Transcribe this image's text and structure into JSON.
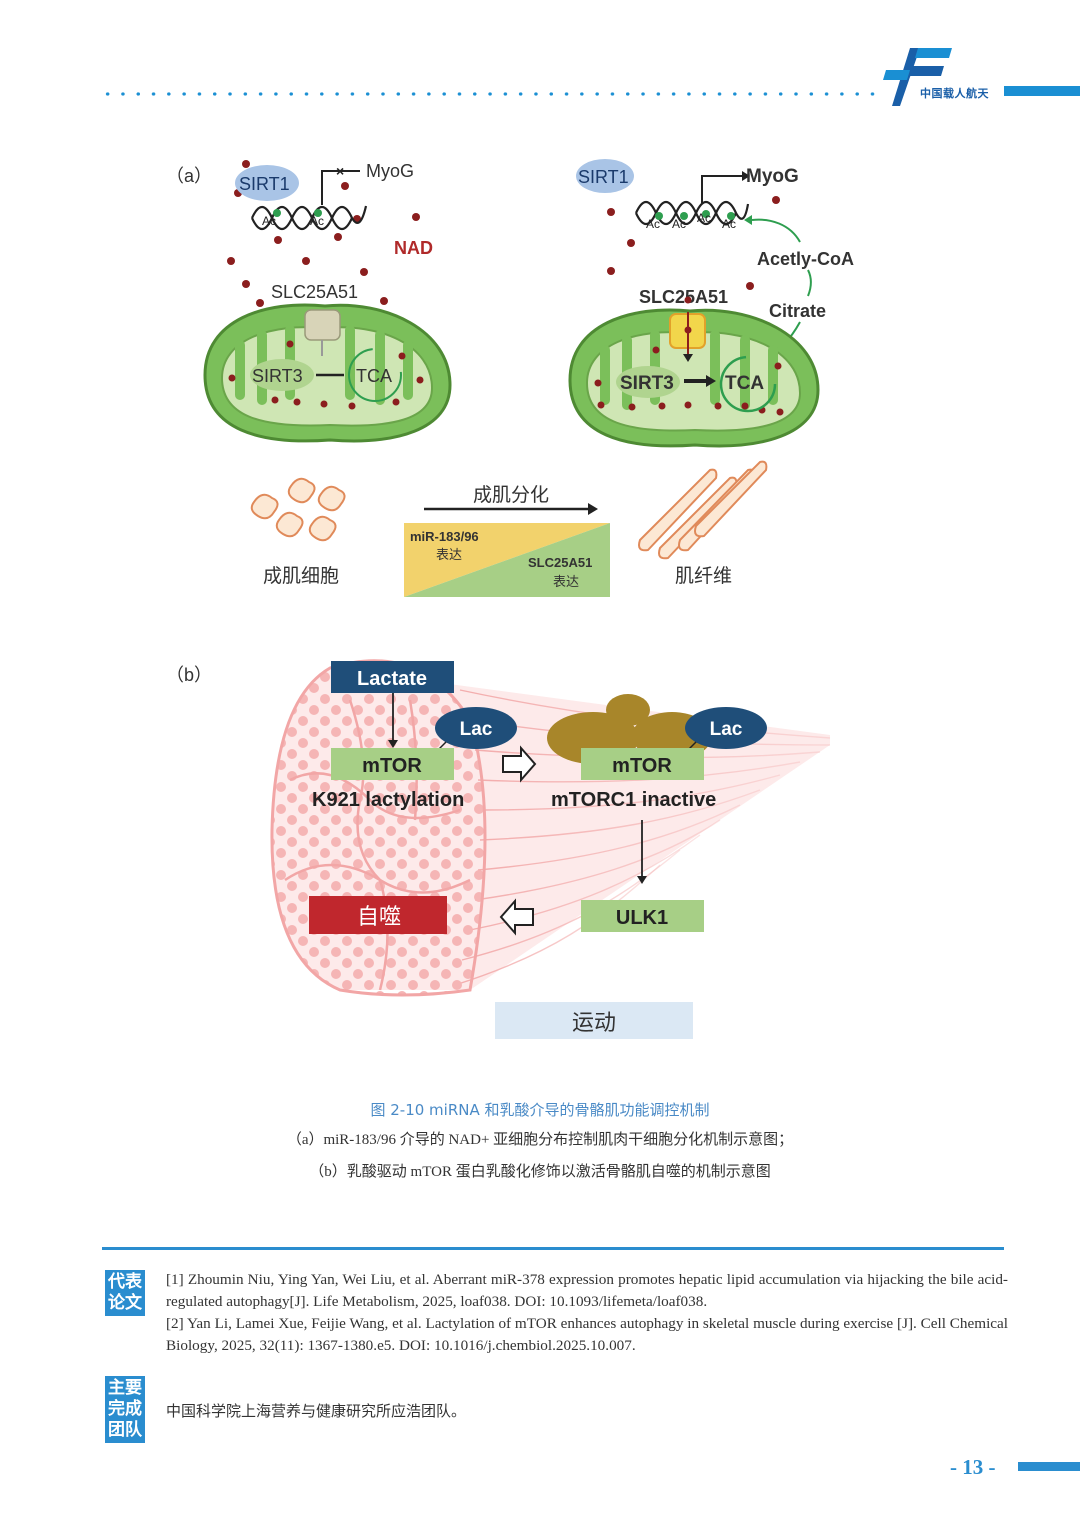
{
  "header": {
    "logo_text": "中国载人航天",
    "colors": {
      "brand_blue": "#1a8fd3"
    }
  },
  "figure": {
    "panel_a": {
      "label": "（a）",
      "left": {
        "sirt1": "SIRT1",
        "myog": "MyoG",
        "ac1": "Ac",
        "ac2": "Ac",
        "nad": "NAD",
        "slc": "SLC25A51",
        "sirt3": "SIRT3",
        "tca": "TCA"
      },
      "right": {
        "sirt1": "SIRT1",
        "myog": "MyoG",
        "ac1": "Ac",
        "ac2": "Ac",
        "ac3": "Ac",
        "ac4": "Ac",
        "acetyl": "Acetly-CoA",
        "citrate": "Citrate",
        "slc": "SLC25A51",
        "sirt3": "SIRT3",
        "tca": "TCA"
      },
      "bottom": {
        "myoblast": "成肌细胞",
        "differentiation": "成肌分化",
        "mir": "miR-183/96",
        "mir_expr": "表达",
        "slc": "SLC25A51",
        "slc_expr": "表达",
        "myofiber": "肌纤维"
      }
    },
    "panel_b": {
      "label": "（b）",
      "lactate": "Lactate",
      "lac1": "Lac",
      "lac2": "Lac",
      "mtor1": "mTOR",
      "mtor2": "mTOR",
      "k921": "K921 lactylation",
      "mtorc1": "mTORC1 inactive",
      "ulk1": "ULK1",
      "autophagy": "自噬",
      "exercise": "运动"
    }
  },
  "caption": {
    "title": "图 2-10 miRNA 和乳酸介导的骨骼肌功能调控机制",
    "line_a": "（a）miR-183/96 介导的 NAD+ 亚细胞分布控制肌肉干细胞分化机制示意图；",
    "line_b": "（b）乳酸驱动 mTOR 蛋白乳酸化修饰以激活骨骼肌自噬的机制示意图"
  },
  "papers": {
    "tag": [
      "代表",
      "论文"
    ],
    "ref1": "[1] Zhoumin Niu, Ying Yan, Wei Liu, et al. Aberrant miR-378 expression promotes hepatic lipid accumulation via hijacking the bile acid-regulated autophagy[J]. Life Metabolism, 2025, loaf038. DOI: 10.1093/lifemeta/loaf038.",
    "ref2": "[2] Yan Li, Lamei Xue, Feijie Wang, et al. Lactylation of mTOR enhances autophagy in skeletal muscle during exercise [J]. Cell Chemical Biology, 2025, 32(11): 1367-1380.e5. DOI: 10.1016/j.chembiol.2025.10.007."
  },
  "team": {
    "tag": [
      "主要",
      "完成",
      "团队"
    ],
    "text": "中国科学院上海营养与健康研究所应浩团队。"
  },
  "page_number": "- 13 -"
}
